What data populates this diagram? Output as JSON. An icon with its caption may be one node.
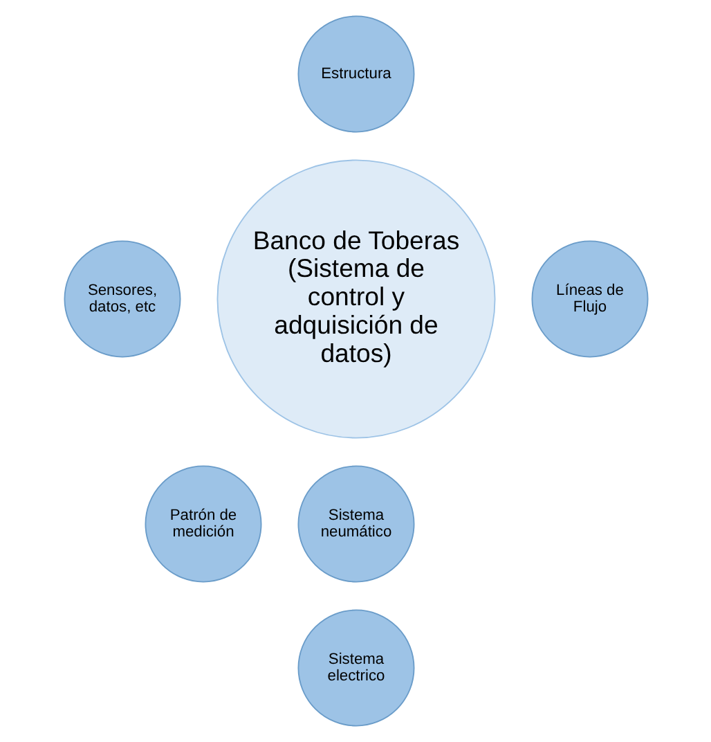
{
  "diagram": {
    "nodes": [
      {
        "text": [
          "Banco de Toberas",
          "(Sistema de control y adquisición de datos)"
        ]
      },
      {
        "text": [
          "Estructura"
        ]
      },
      {
        "text": [
          "Líneas de Flujo"
        ]
      },
      {
        "text": [
          "Sistema neumático"
        ]
      },
      {
        "text": [
          "Sistema electrico"
        ]
      },
      {
        "text": [
          "Patrón de medición"
        ]
      },
      {
        "text": [
          "Sensores, datos, etc"
        ]
      }
    ],
    "edges": []
  }
}
